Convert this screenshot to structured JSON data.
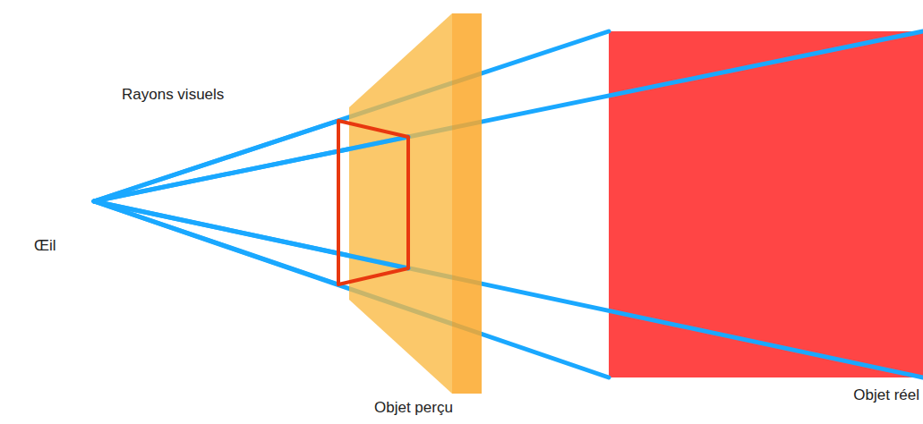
{
  "diagram": {
    "labels": [
      "Rayons visuels",
      "Œil",
      "Objet perçu",
      "Objet réel"
    ]
  }
}
